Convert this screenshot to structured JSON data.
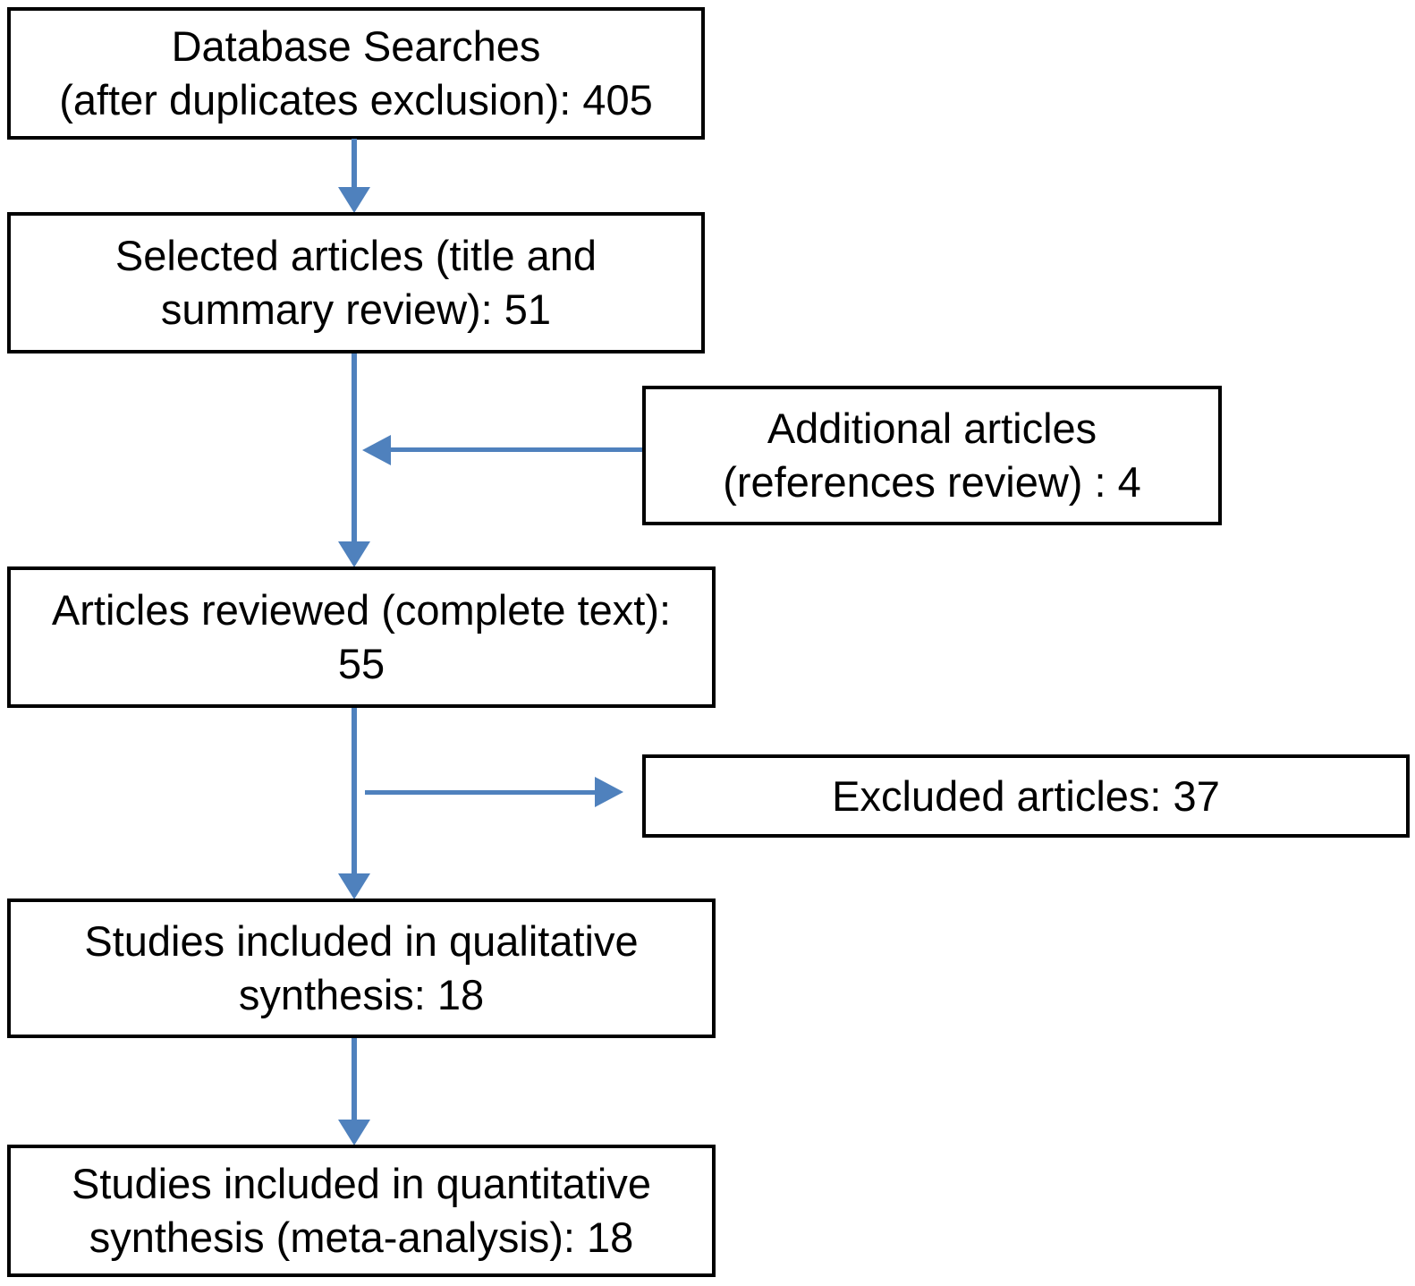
{
  "flowchart": {
    "boxes": {
      "database_searches": {
        "line1": "Database Searches",
        "line2": "(after duplicates exclusion): 405"
      },
      "selected_articles": {
        "line1": "Selected articles (title and",
        "line2": "summary review): 51"
      },
      "additional_articles": {
        "line1": "Additional articles",
        "line2": "(references review) : 4"
      },
      "articles_reviewed": {
        "line1": "Articles reviewed (complete text):",
        "line2": "55"
      },
      "excluded_articles": {
        "line1": "Excluded articles: 37"
      },
      "qualitative_synthesis": {
        "line1": "Studies included in qualitative",
        "line2": "synthesis: 18"
      },
      "quantitative_synthesis": {
        "line1": "Studies included in quantitative",
        "line2": "synthesis (meta-analysis): 18"
      }
    },
    "arrows": [
      {
        "from": "database_searches",
        "to": "selected_articles",
        "direction": "down"
      },
      {
        "from": "selected_articles",
        "to": "articles_reviewed",
        "direction": "down"
      },
      {
        "from": "additional_articles",
        "to": "main-flow",
        "direction": "left"
      },
      {
        "from": "articles_reviewed",
        "to": "excluded_articles",
        "direction": "right"
      },
      {
        "from": "articles_reviewed",
        "to": "qualitative_synthesis",
        "direction": "down"
      },
      {
        "from": "qualitative_synthesis",
        "to": "quantitative_synthesis",
        "direction": "down"
      }
    ],
    "colors": {
      "arrow": "#4F81BD",
      "border": "#000000",
      "background": "#FFFFFF",
      "text": "#000000"
    }
  }
}
